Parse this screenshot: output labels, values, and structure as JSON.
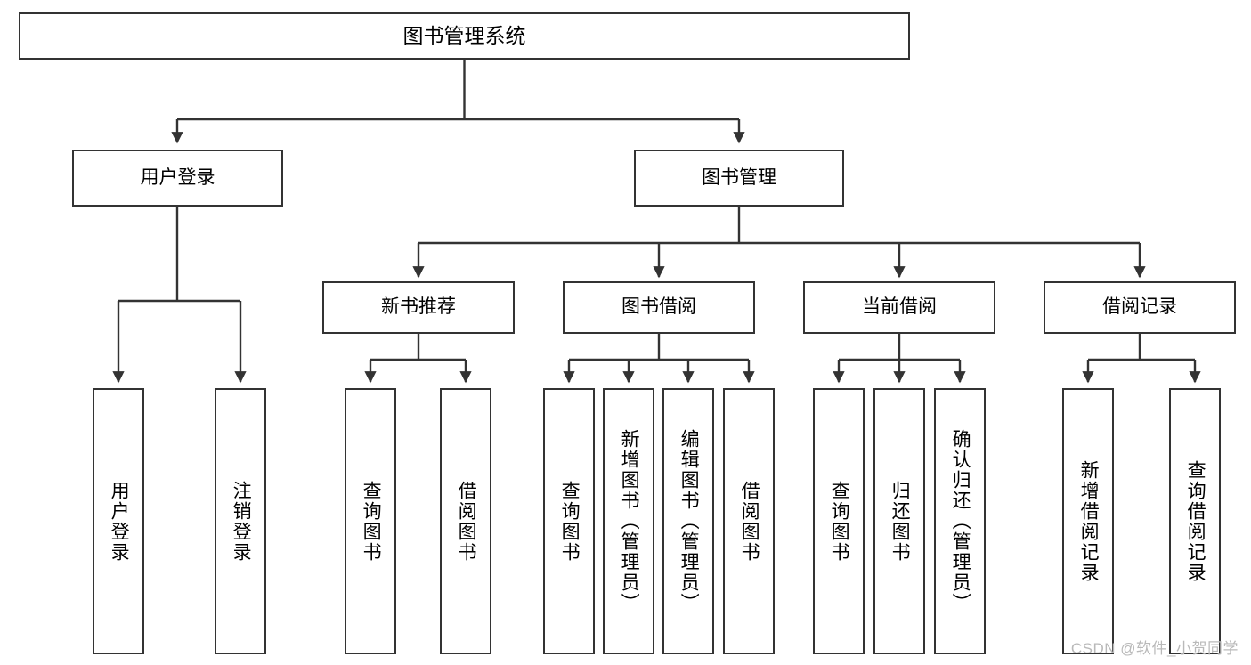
{
  "diagram": {
    "title": "图书管理系统",
    "type": "tree",
    "orientation": "top-down",
    "colors": {
      "box_border": "#333333",
      "box_fill": "#ffffff",
      "connector": "#333333",
      "text": "#000000",
      "watermark": "#b9b9b9",
      "background": "#ffffff"
    }
  },
  "root": {
    "label": "图书管理系统"
  },
  "level2": [
    {
      "id": "user-login",
      "label": "用户登录"
    },
    {
      "id": "book-manage",
      "label": "图书管理"
    }
  ],
  "level3": [
    {
      "id": "new-book-recommend",
      "label": "新书推荐"
    },
    {
      "id": "book-borrow",
      "label": "图书借阅"
    },
    {
      "id": "current-borrow",
      "label": "当前借阅"
    },
    {
      "id": "borrow-record",
      "label": "借阅记录"
    }
  ],
  "leaves": {
    "user_login": [
      {
        "id": "leaf-user-login",
        "label": "用户登录"
      },
      {
        "id": "leaf-logout",
        "label": "注销登录"
      }
    ],
    "new_book_recommend": [
      {
        "id": "leaf-query-book-1",
        "label": "查询图书"
      },
      {
        "id": "leaf-borrow-book-1",
        "label": "借阅图书"
      }
    ],
    "book_borrow": [
      {
        "id": "leaf-query-book-2",
        "label": "查询图书"
      },
      {
        "id": "leaf-add-book",
        "label": "新增图书（管理员）"
      },
      {
        "id": "leaf-edit-book",
        "label": "编辑图书（管理员）"
      },
      {
        "id": "leaf-borrow-book-2",
        "label": "借阅图书"
      }
    ],
    "current_borrow": [
      {
        "id": "leaf-query-book-3",
        "label": "查询图书"
      },
      {
        "id": "leaf-return-book",
        "label": "归还图书"
      },
      {
        "id": "leaf-confirm-return",
        "label": "确认归还（管理员）"
      }
    ],
    "borrow_record": [
      {
        "id": "leaf-add-record",
        "label": "新增借阅记录"
      },
      {
        "id": "leaf-query-record",
        "label": "查询借阅记录"
      }
    ]
  },
  "watermark": {
    "text": "CSDN @软件_小贺同学"
  }
}
